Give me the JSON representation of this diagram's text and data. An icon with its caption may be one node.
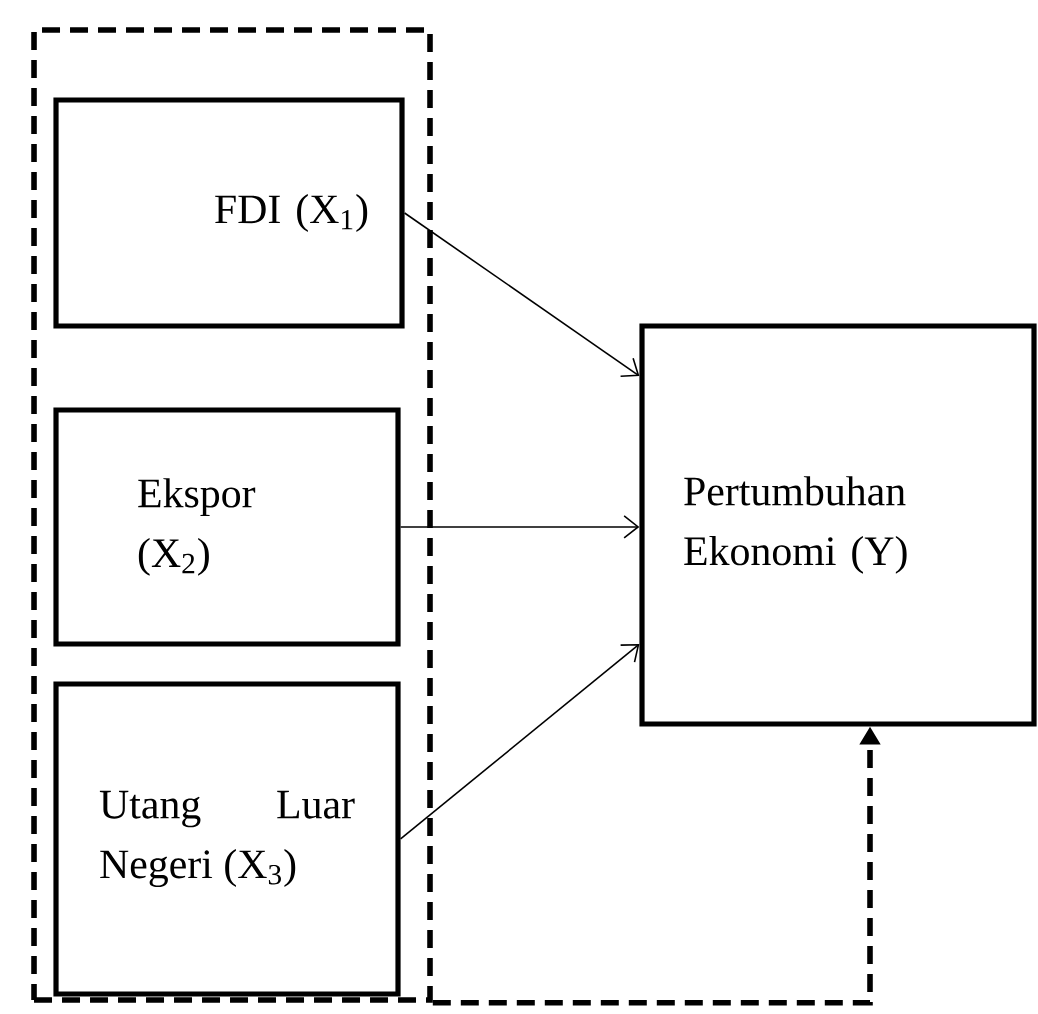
{
  "diagram": {
    "nodes": [
      {
        "text": [],
        "shape": "box"
      },
      {
        "text": [
          "FDI (X$_{1}$)"
        ],
        "in": 0
      },
      {
        "text": [
          "Ekspor (X$_{2}$)"
        ],
        "in": 0
      },
      {
        "text": [
          "Utang Luar Negeri (X$_{3}$)"
        ],
        "in": 0
      },
      {
        "text": [
          "Pertumbuhan Ekonomi (Y)"
        ]
      }
    ],
    "edges": [
      {
        "from": 1,
        "to": 4,
        "arrow": "to"
      },
      {
        "from": 2,
        "to": 4,
        "arrow": "to"
      },
      {
        "from": 3,
        "to": 4,
        "arrow": "to"
      },
      {
        "from": 0,
        "to": 4,
        "arrow": "to",
        "style": "dashed"
      }
    ]
  }
}
